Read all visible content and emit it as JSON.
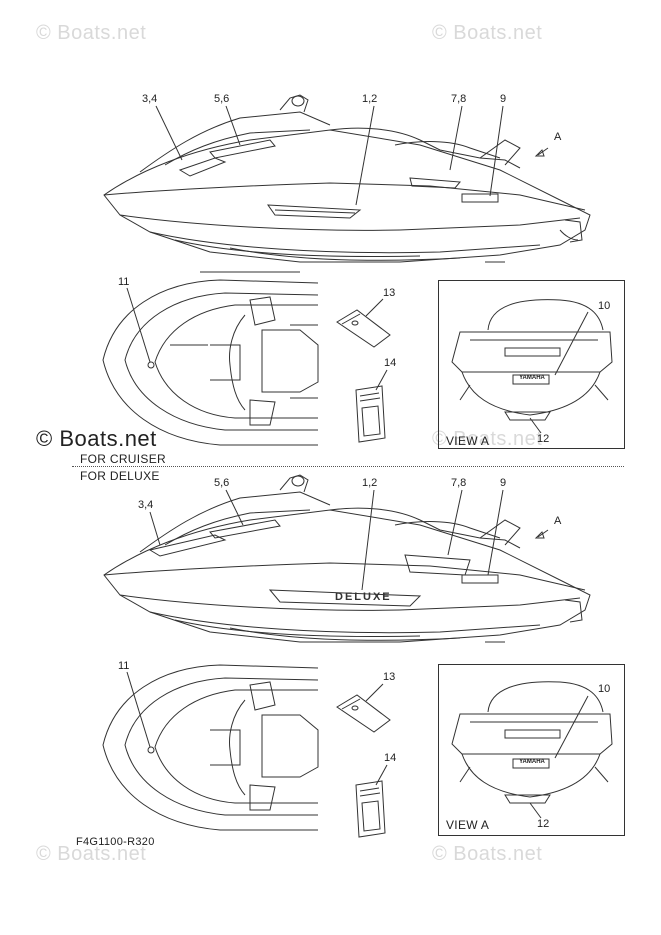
{
  "watermarks": {
    "text": "© Boats.net",
    "big_text": "© Boats.net"
  },
  "section_cruiser": {
    "label": "FOR CRUISER",
    "callouts": {
      "c1_2": "1,2",
      "c3_4": "3,4",
      "c5_6": "5,6",
      "c7_8": "7,8",
      "c9": "9",
      "c10": "10",
      "c11": "11",
      "c12": "12",
      "c13": "13",
      "c14": "14",
      "arrow_a": "A"
    },
    "view_label": "VIEW A",
    "badge_text": "YAMAHA"
  },
  "section_deluxe": {
    "label": "FOR DELUXE",
    "callouts": {
      "c1_2": "1,2",
      "c3_4": "3,4",
      "c5_6": "5,6",
      "c7_8": "7,8",
      "c9": "9",
      "c10": "10",
      "c11": "11",
      "c12": "12",
      "c13": "13",
      "c14": "14",
      "arrow_a": "A"
    },
    "view_label": "VIEW A",
    "badge_text": "YAMAHA",
    "hull_decal_text": "DELUXE"
  },
  "footer": {
    "drawing_code": "F4G1100-R320"
  }
}
